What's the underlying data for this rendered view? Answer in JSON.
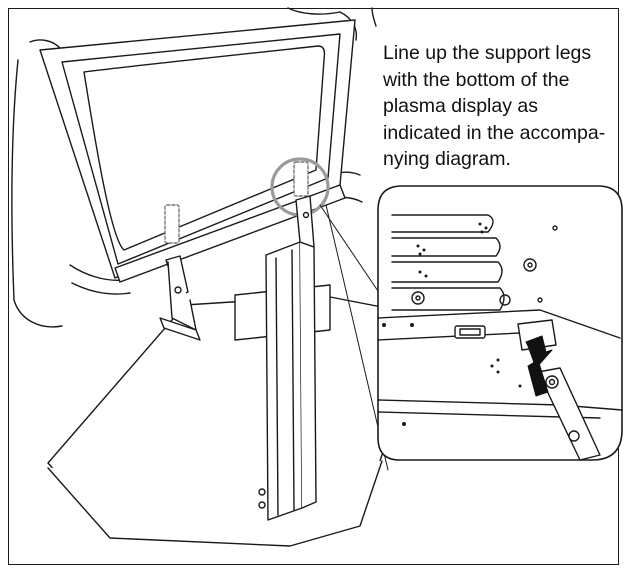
{
  "instruction": {
    "lines": [
      "Line up the support legs",
      "with the bottom of the",
      "plasma display as",
      "indicated in the accompa-",
      "nying diagram."
    ]
  },
  "colors": {
    "line": "#1a1a1a",
    "highlight_circle": "#9a9a9a",
    "arrow": "#111111",
    "dashed_tab": "#777777"
  },
  "icons": {
    "guide_arrow": "arrow-up-icon",
    "alignment_marker": "circle-highlight-icon"
  }
}
